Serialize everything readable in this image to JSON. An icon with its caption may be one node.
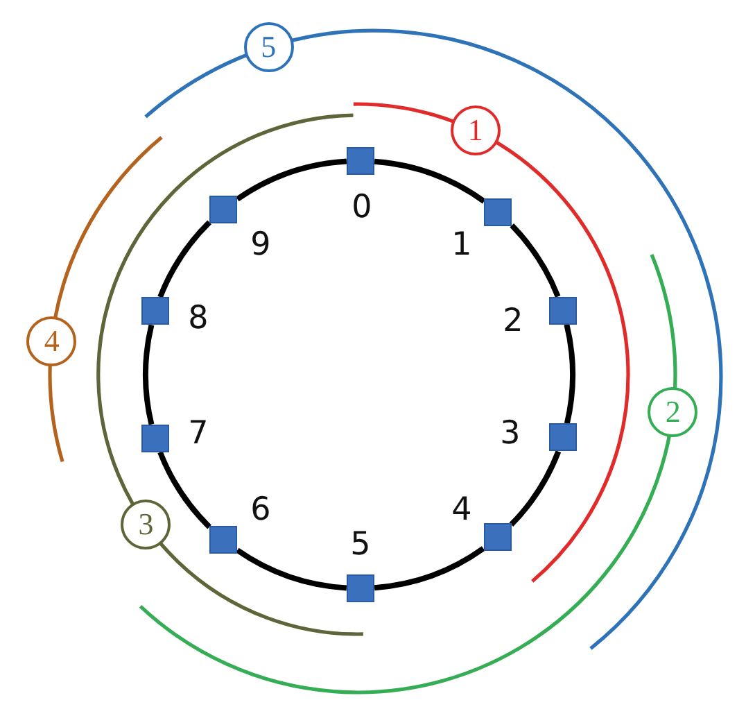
{
  "diagram": {
    "nodes": [
      {
        "text": [],
        "shape": "box",
        "beside": [
          "0"
        ]
      },
      {
        "text": [],
        "shape": "box",
        "beside": [
          "1"
        ]
      },
      {
        "text": [],
        "shape": "box",
        "beside": [
          "2"
        ]
      },
      {
        "text": [],
        "shape": "box",
        "beside": [
          "3"
        ]
      },
      {
        "text": [],
        "shape": "box",
        "beside": [
          "4"
        ]
      },
      {
        "text": [],
        "shape": "box",
        "beside": [
          "5"
        ]
      },
      {
        "text": [],
        "shape": "box",
        "beside": [
          "6"
        ]
      },
      {
        "text": [],
        "shape": "box",
        "beside": [
          "7"
        ]
      },
      {
        "text": [],
        "shape": "box",
        "beside": [
          "8"
        ]
      },
      {
        "text": [],
        "shape": "box",
        "beside": [
          "9"
        ]
      },
      {
        "text": [
          "1"
        ]
      },
      {
        "text": [
          "2"
        ]
      },
      {
        "text": [
          "3"
        ]
      },
      {
        "text": [
          "4"
        ]
      },
      {
        "text": [
          "5"
        ]
      }
    ],
    "edges": [
      {
        "from": 0,
        "to": 1,
        "arrow": "none"
      },
      {
        "from": 1,
        "to": 2,
        "arrow": "none"
      },
      {
        "from": 2,
        "to": 3,
        "arrow": "none"
      },
      {
        "from": 3,
        "to": 4,
        "arrow": "none"
      },
      {
        "from": 4,
        "to": 5,
        "arrow": "none"
      },
      {
        "from": 5,
        "to": 6,
        "arrow": "none"
      },
      {
        "from": 6,
        "to": 7,
        "arrow": "none"
      },
      {
        "from": 7,
        "to": 8,
        "arrow": "none"
      },
      {
        "from": 8,
        "to": 9,
        "arrow": "none"
      },
      {
        "from": 9,
        "to": 0,
        "arrow": "none"
      }
    ]
  }
}
